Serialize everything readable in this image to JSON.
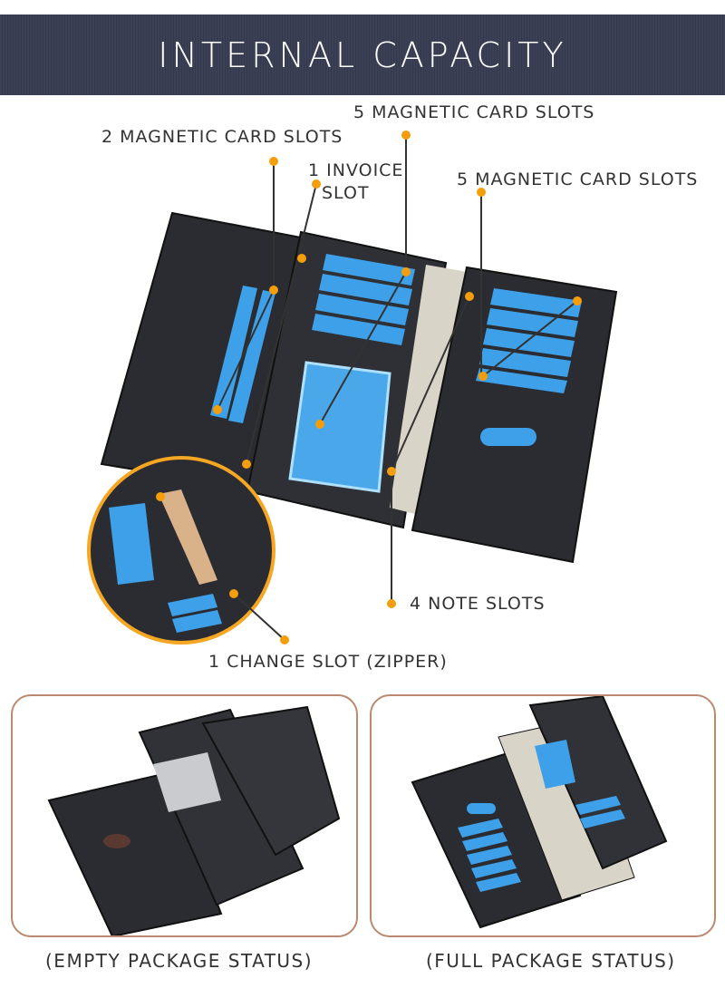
{
  "header": {
    "title": "INTERNAL CAPACITY"
  },
  "callouts": {
    "two_magnetic": "2 MAGNETIC CARD SLOTS",
    "invoice_line1": "1 INVOICE",
    "invoice_line2": "SLOT",
    "five_magnetic_middle": "5 MAGNETIC CARD SLOTS",
    "five_magnetic_right": "5 MAGNETIC CARD SLOTS",
    "note_slots": "4 NOTE SLOTS",
    "change_slot": "1 CHANGE SLOT (ZIPPER)"
  },
  "captions": {
    "empty": "(EMPTY PACKAGE STATUS)",
    "full": "(FULL PACKAGE STATUS)"
  },
  "colors": {
    "header_bg": "#3b4055",
    "accent_dot": "#f59e0b",
    "card_blue": "#3ea0e8",
    "panel_border": "#b98a6f",
    "wallet": "#26282d"
  }
}
